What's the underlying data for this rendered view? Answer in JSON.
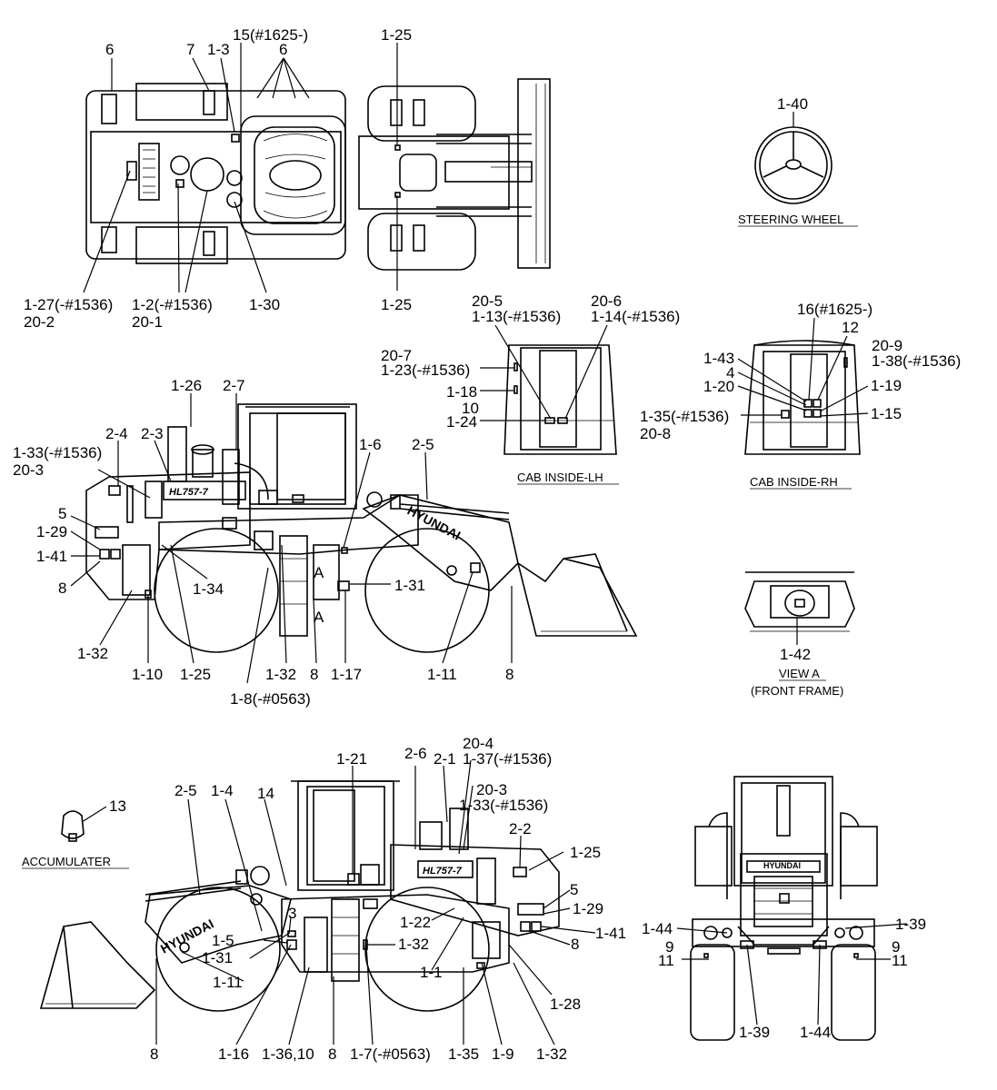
{
  "views": {
    "steering_wheel": "STEERING WHEEL",
    "cab_inside_lh": "CAB INSIDE-LH",
    "cab_inside_rh": "CAB INSIDE-RH",
    "view_a": "VIEW A",
    "front_frame": "(FRONT FRAME)",
    "accumulater": "ACCUMULATER"
  },
  "decals": {
    "brand": "HYUNDAI",
    "model": "HL757-7",
    "view_marker": "A"
  },
  "callouts": {
    "top": [
      "6",
      "7",
      "1-3",
      "15(#1625-)",
      "6",
      "1-25",
      "1-27(-#1536)",
      "20-2",
      "1-2(-#1536)",
      "20-1",
      "1-30",
      "1-25",
      "1-40"
    ],
    "cab_lh": [
      "20-5",
      "1-13(-#1536)",
      "20-6",
      "1-14(-#1536)",
      "20-7",
      "1-23(-#1536)",
      "1-18",
      "10",
      "1-24"
    ],
    "cab_rh": [
      "16(#1625-)",
      "12",
      "20-9",
      "1-38(-#1536)",
      "1-43",
      "4",
      "1-20",
      "1-19",
      "1-35(-#1536)",
      "20-8",
      "1-15"
    ],
    "side_lh": [
      "1-26",
      "2-7",
      "2-4",
      "2-3",
      "1-33(-#1536)",
      "20-3",
      "1-6",
      "2-5",
      "5",
      "1-29",
      "1-41",
      "8",
      "1-34",
      "1-31",
      "1-32",
      "1-10",
      "1-25",
      "1-32",
      "8",
      "1-17",
      "1-11",
      "8",
      "1-8(-#0563)"
    ],
    "view_a": [
      "1-42"
    ],
    "side_rh": [
      "20-4",
      "1-37(-#1536)",
      "2-6",
      "2-1",
      "1-21",
      "20-3",
      "1-33(-#1536)",
      "13",
      "2-5",
      "1-4",
      "14",
      "2-2",
      "1-25",
      "5",
      "1-29",
      "3",
      "1-22",
      "1-41",
      "8",
      "1-5",
      "1-31",
      "1-32",
      "1-11",
      "1-1",
      "1-28",
      "8",
      "1-16",
      "1-36,10",
      "8",
      "1-7(-#0563)",
      "1-35",
      "1-9",
      "1-32"
    ],
    "rear": [
      "1-44",
      "1-39",
      "9",
      "11",
      "9",
      "11",
      "1-39",
      "1-44"
    ]
  }
}
